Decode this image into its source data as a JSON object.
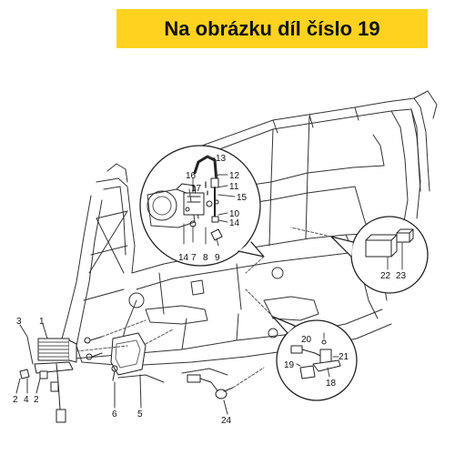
{
  "banner": {
    "text": "Na obrázku díl číslo 19",
    "color": "#ffd21f"
  },
  "part_labels": [
    {
      "id": "1",
      "text": "1"
    },
    {
      "id": "2a",
      "text": "2"
    },
    {
      "id": "2b",
      "text": "2"
    },
    {
      "id": "3",
      "text": "3"
    },
    {
      "id": "4",
      "text": "4"
    },
    {
      "id": "5",
      "text": "5"
    },
    {
      "id": "6",
      "text": "6"
    },
    {
      "id": "7",
      "text": "7"
    },
    {
      "id": "8",
      "text": "8"
    },
    {
      "id": "9",
      "text": "9"
    },
    {
      "id": "10",
      "text": "10"
    },
    {
      "id": "11",
      "text": "11"
    },
    {
      "id": "12",
      "text": "12"
    },
    {
      "id": "13",
      "text": "13"
    },
    {
      "id": "14a",
      "text": "14"
    },
    {
      "id": "14b",
      "text": "14"
    },
    {
      "id": "15",
      "text": "15"
    },
    {
      "id": "16",
      "text": "16"
    },
    {
      "id": "17",
      "text": "17"
    },
    {
      "id": "18",
      "text": "18"
    },
    {
      "id": "19",
      "text": "19"
    },
    {
      "id": "20",
      "text": "20"
    },
    {
      "id": "21",
      "text": "21"
    },
    {
      "id": "22",
      "text": "22"
    },
    {
      "id": "23",
      "text": "23"
    },
    {
      "id": "24",
      "text": "24"
    }
  ]
}
